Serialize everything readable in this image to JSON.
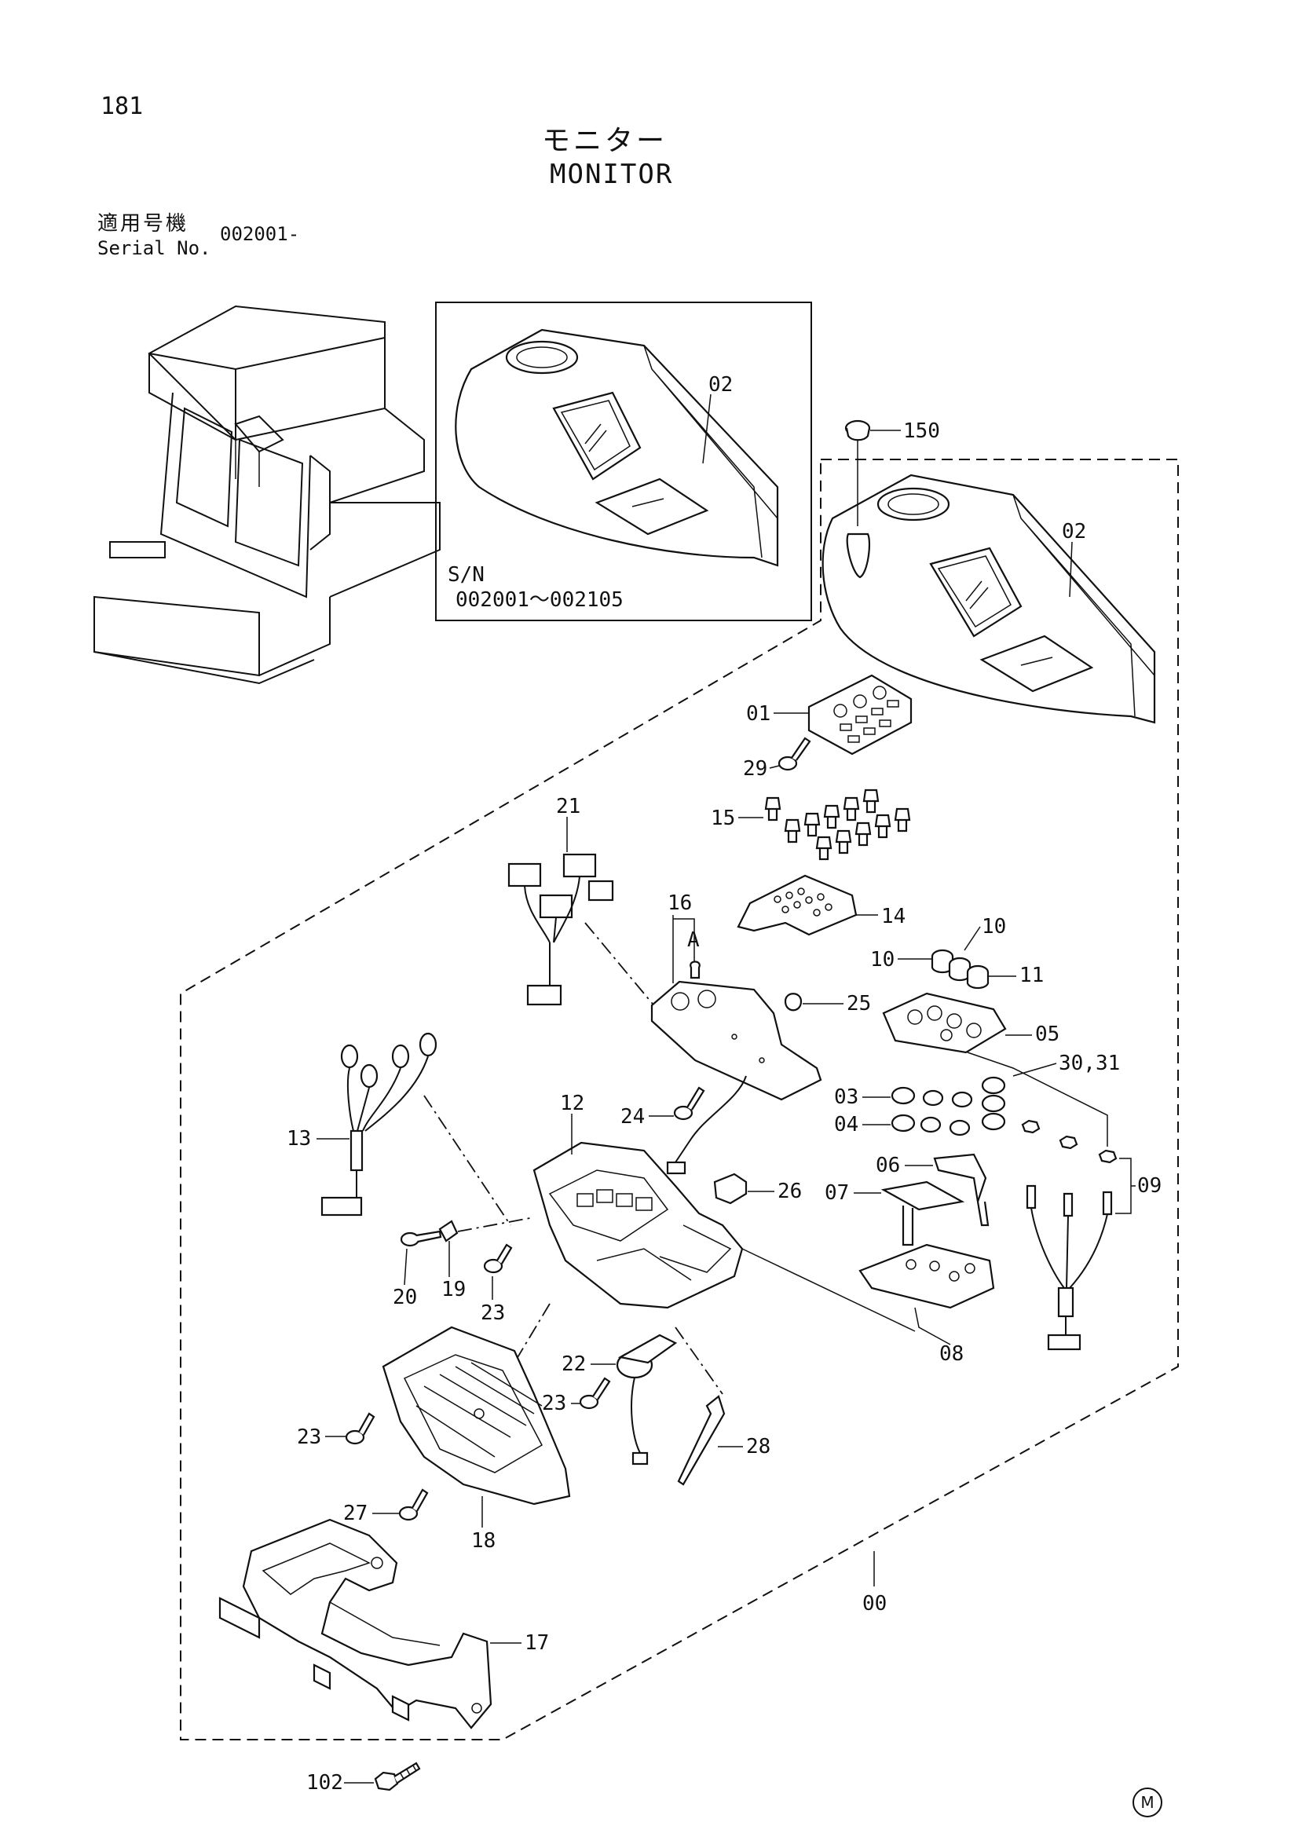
{
  "page_number": "181",
  "title_jp": "モニター",
  "title_en": "MONITOR",
  "serial_label_jp": "適用号機",
  "serial_label_en": "Serial No.",
  "serial_value": "002001-",
  "inset": {
    "sn_label": "S/N",
    "sn_range": "002001～002105"
  },
  "callout_A": "A",
  "corner_mark": "M",
  "labels": {
    "l02a": "02",
    "l150": "150",
    "l02b": "02",
    "l01": "01",
    "l29": "29",
    "l15": "15",
    "l21": "21",
    "l16": "16",
    "l14": "14",
    "l10a": "10",
    "l10b": "10",
    "l11": "11",
    "l25": "25",
    "l05": "05",
    "l3031": "30,31",
    "l03": "03",
    "l04": "04",
    "l24": "24",
    "l12": "12",
    "l13": "13",
    "l26": "26",
    "l06": "06",
    "l07": "07",
    "l09": "09",
    "l20": "20",
    "l19": "19",
    "l23a": "23",
    "l08": "08",
    "l22": "22",
    "l23b": "23",
    "l23c": "23",
    "l28": "28",
    "l27": "27",
    "l18": "18",
    "l00": "00",
    "l17": "17",
    "l102": "102"
  }
}
